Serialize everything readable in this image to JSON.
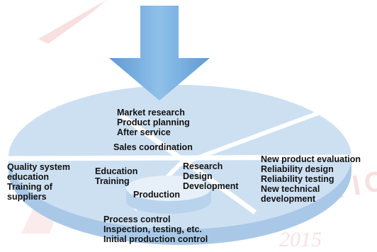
{
  "colors": {
    "arrow": "#7bb0df",
    "disk_top": "#cde0f2",
    "disk_side": "#a9c8e7",
    "hub_top": "#e7f0f9",
    "hub_side": "#b9d3ec",
    "divider": "#ffffff",
    "watermark": "#f3c7c7"
  },
  "icons": {
    "arrow": "down-arrow-icon"
  },
  "watermark": {
    "text_line1": "PRAGMATIC",
    "text_line2": "2015"
  },
  "labels": {
    "top": [
      "Market research",
      "Product planning",
      "After service"
    ],
    "sales": "Sales coordination",
    "left_outer": [
      "Quality system",
      "education",
      "Training of",
      "suppliers"
    ],
    "left_inner": [
      "Education",
      "Training"
    ],
    "right_inner": [
      "Research",
      "Design",
      "Development"
    ],
    "center": "Production",
    "right_outer": [
      "New product evaluation",
      "Reliability design",
      "Reliability testing",
      "New technical",
      "development"
    ],
    "bottom": [
      "Process control",
      "Inspection, testing, etc.",
      "Initial production control"
    ]
  }
}
